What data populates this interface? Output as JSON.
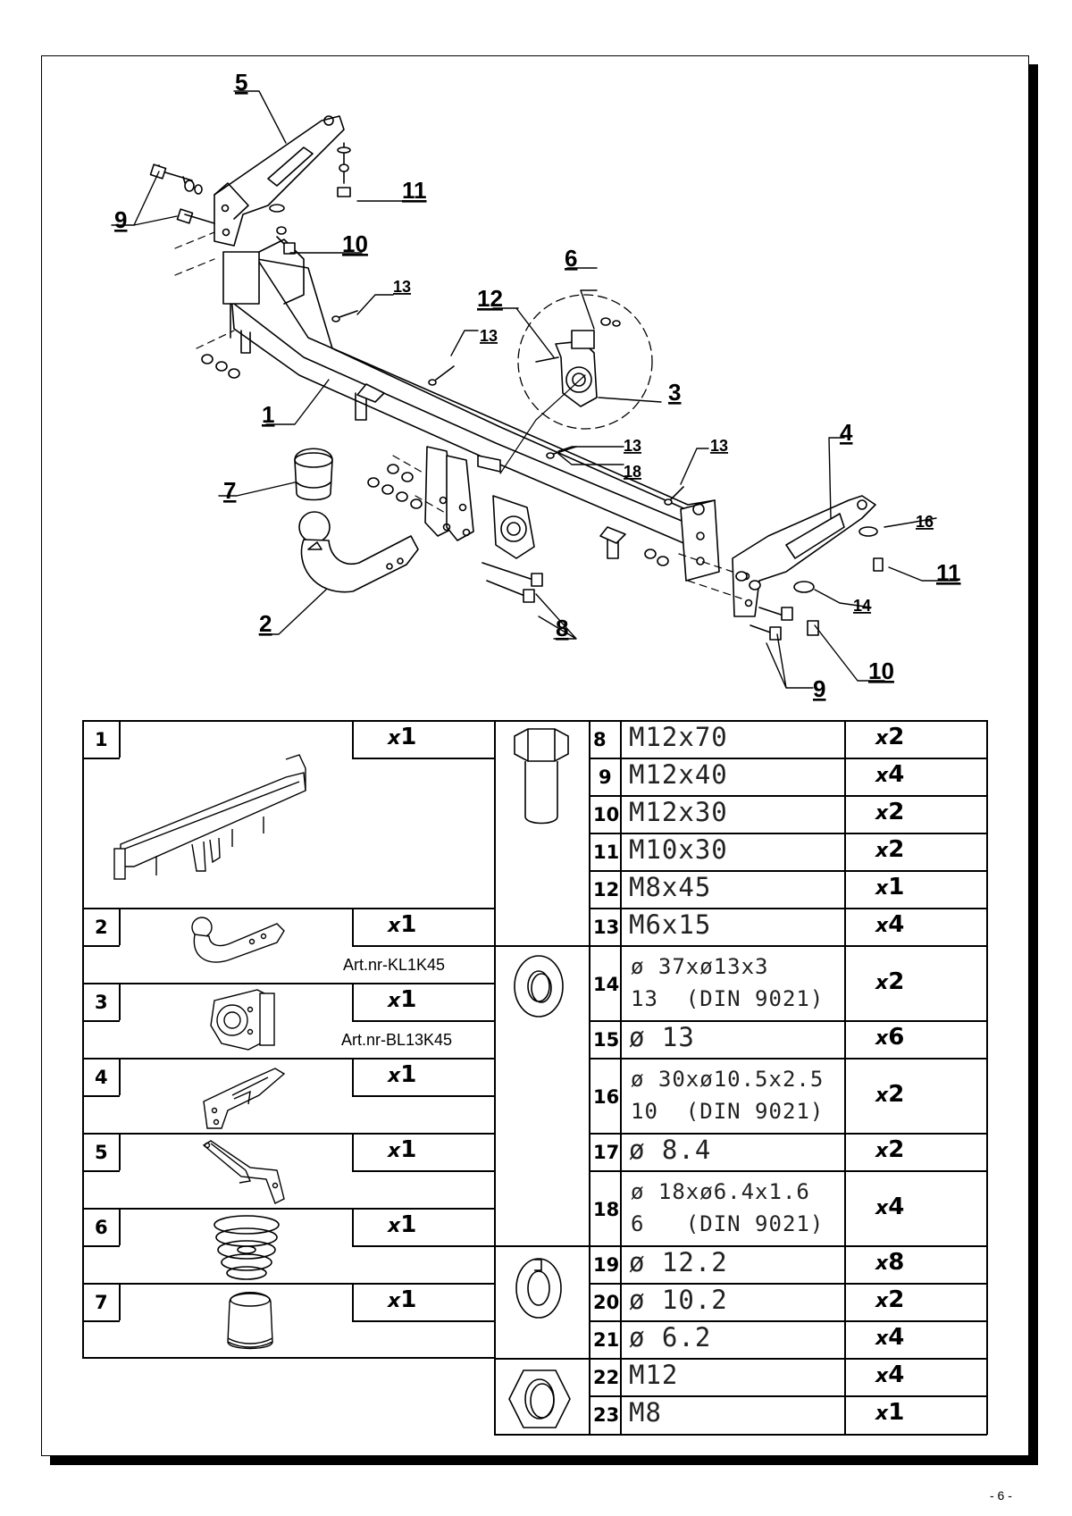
{
  "callouts": {
    "c1": "1",
    "c2": "2",
    "c3": "3",
    "c4": "4",
    "c5": "5",
    "c6": "6",
    "c7": "7",
    "c8": "8",
    "c9a": "9",
    "c9b": "9",
    "c10a": "10",
    "c10b": "10",
    "c11a": "11",
    "c11b": "11",
    "c12": "12",
    "c13a": "13",
    "c13b": "13",
    "c13c": "13",
    "c13d": "13",
    "c14": "14",
    "c16": "16",
    "c18": "18"
  },
  "parts_left": [
    {
      "num": "1",
      "qty": "1"
    },
    {
      "num": "2",
      "qty": "1",
      "art": "Art.nr-KL1K45"
    },
    {
      "num": "3",
      "qty": "1",
      "art": "Art.nr-BL13K45"
    },
    {
      "num": "4",
      "qty": "1"
    },
    {
      "num": "5",
      "qty": "1"
    },
    {
      "num": "6",
      "qty": "1"
    },
    {
      "num": "7",
      "qty": "1"
    }
  ],
  "qty_prefix": "x",
  "parts_right": [
    {
      "num": "8",
      "spec": "M12x70",
      "qty": "2"
    },
    {
      "num": "9",
      "spec": "M12x40",
      "qty": "4"
    },
    {
      "num": "10",
      "spec": "M12x30",
      "qty": "2"
    },
    {
      "num": "11",
      "spec": "M10x30",
      "qty": "2"
    },
    {
      "num": "12",
      "spec": "M8x45",
      "qty": "1"
    },
    {
      "num": "13",
      "spec": "M6x15",
      "qty": "4"
    },
    {
      "num": "14",
      "spec": "ø 37xø13x3\n13  (DIN 9021)",
      "qty": "2"
    },
    {
      "num": "15",
      "spec": "ø 13",
      "qty": "6"
    },
    {
      "num": "16",
      "spec": "ø 30xø10.5x2.5\n10  (DIN 9021)",
      "qty": "2"
    },
    {
      "num": "17",
      "spec": "ø 8.4",
      "qty": "2"
    },
    {
      "num": "18",
      "spec": "ø 18xø6.4x1.6\n6   (DIN 9021)",
      "qty": "4"
    },
    {
      "num": "19",
      "spec": "ø 12.2",
      "qty": "8"
    },
    {
      "num": "20",
      "spec": "ø 10.2",
      "qty": "2"
    },
    {
      "num": "21",
      "spec": "ø 6.2",
      "qty": "4"
    },
    {
      "num": "22",
      "spec": "M12",
      "qty": "4"
    },
    {
      "num": "23",
      "spec": "M8",
      "qty": "1"
    }
  ],
  "page_number": "- 6 -"
}
